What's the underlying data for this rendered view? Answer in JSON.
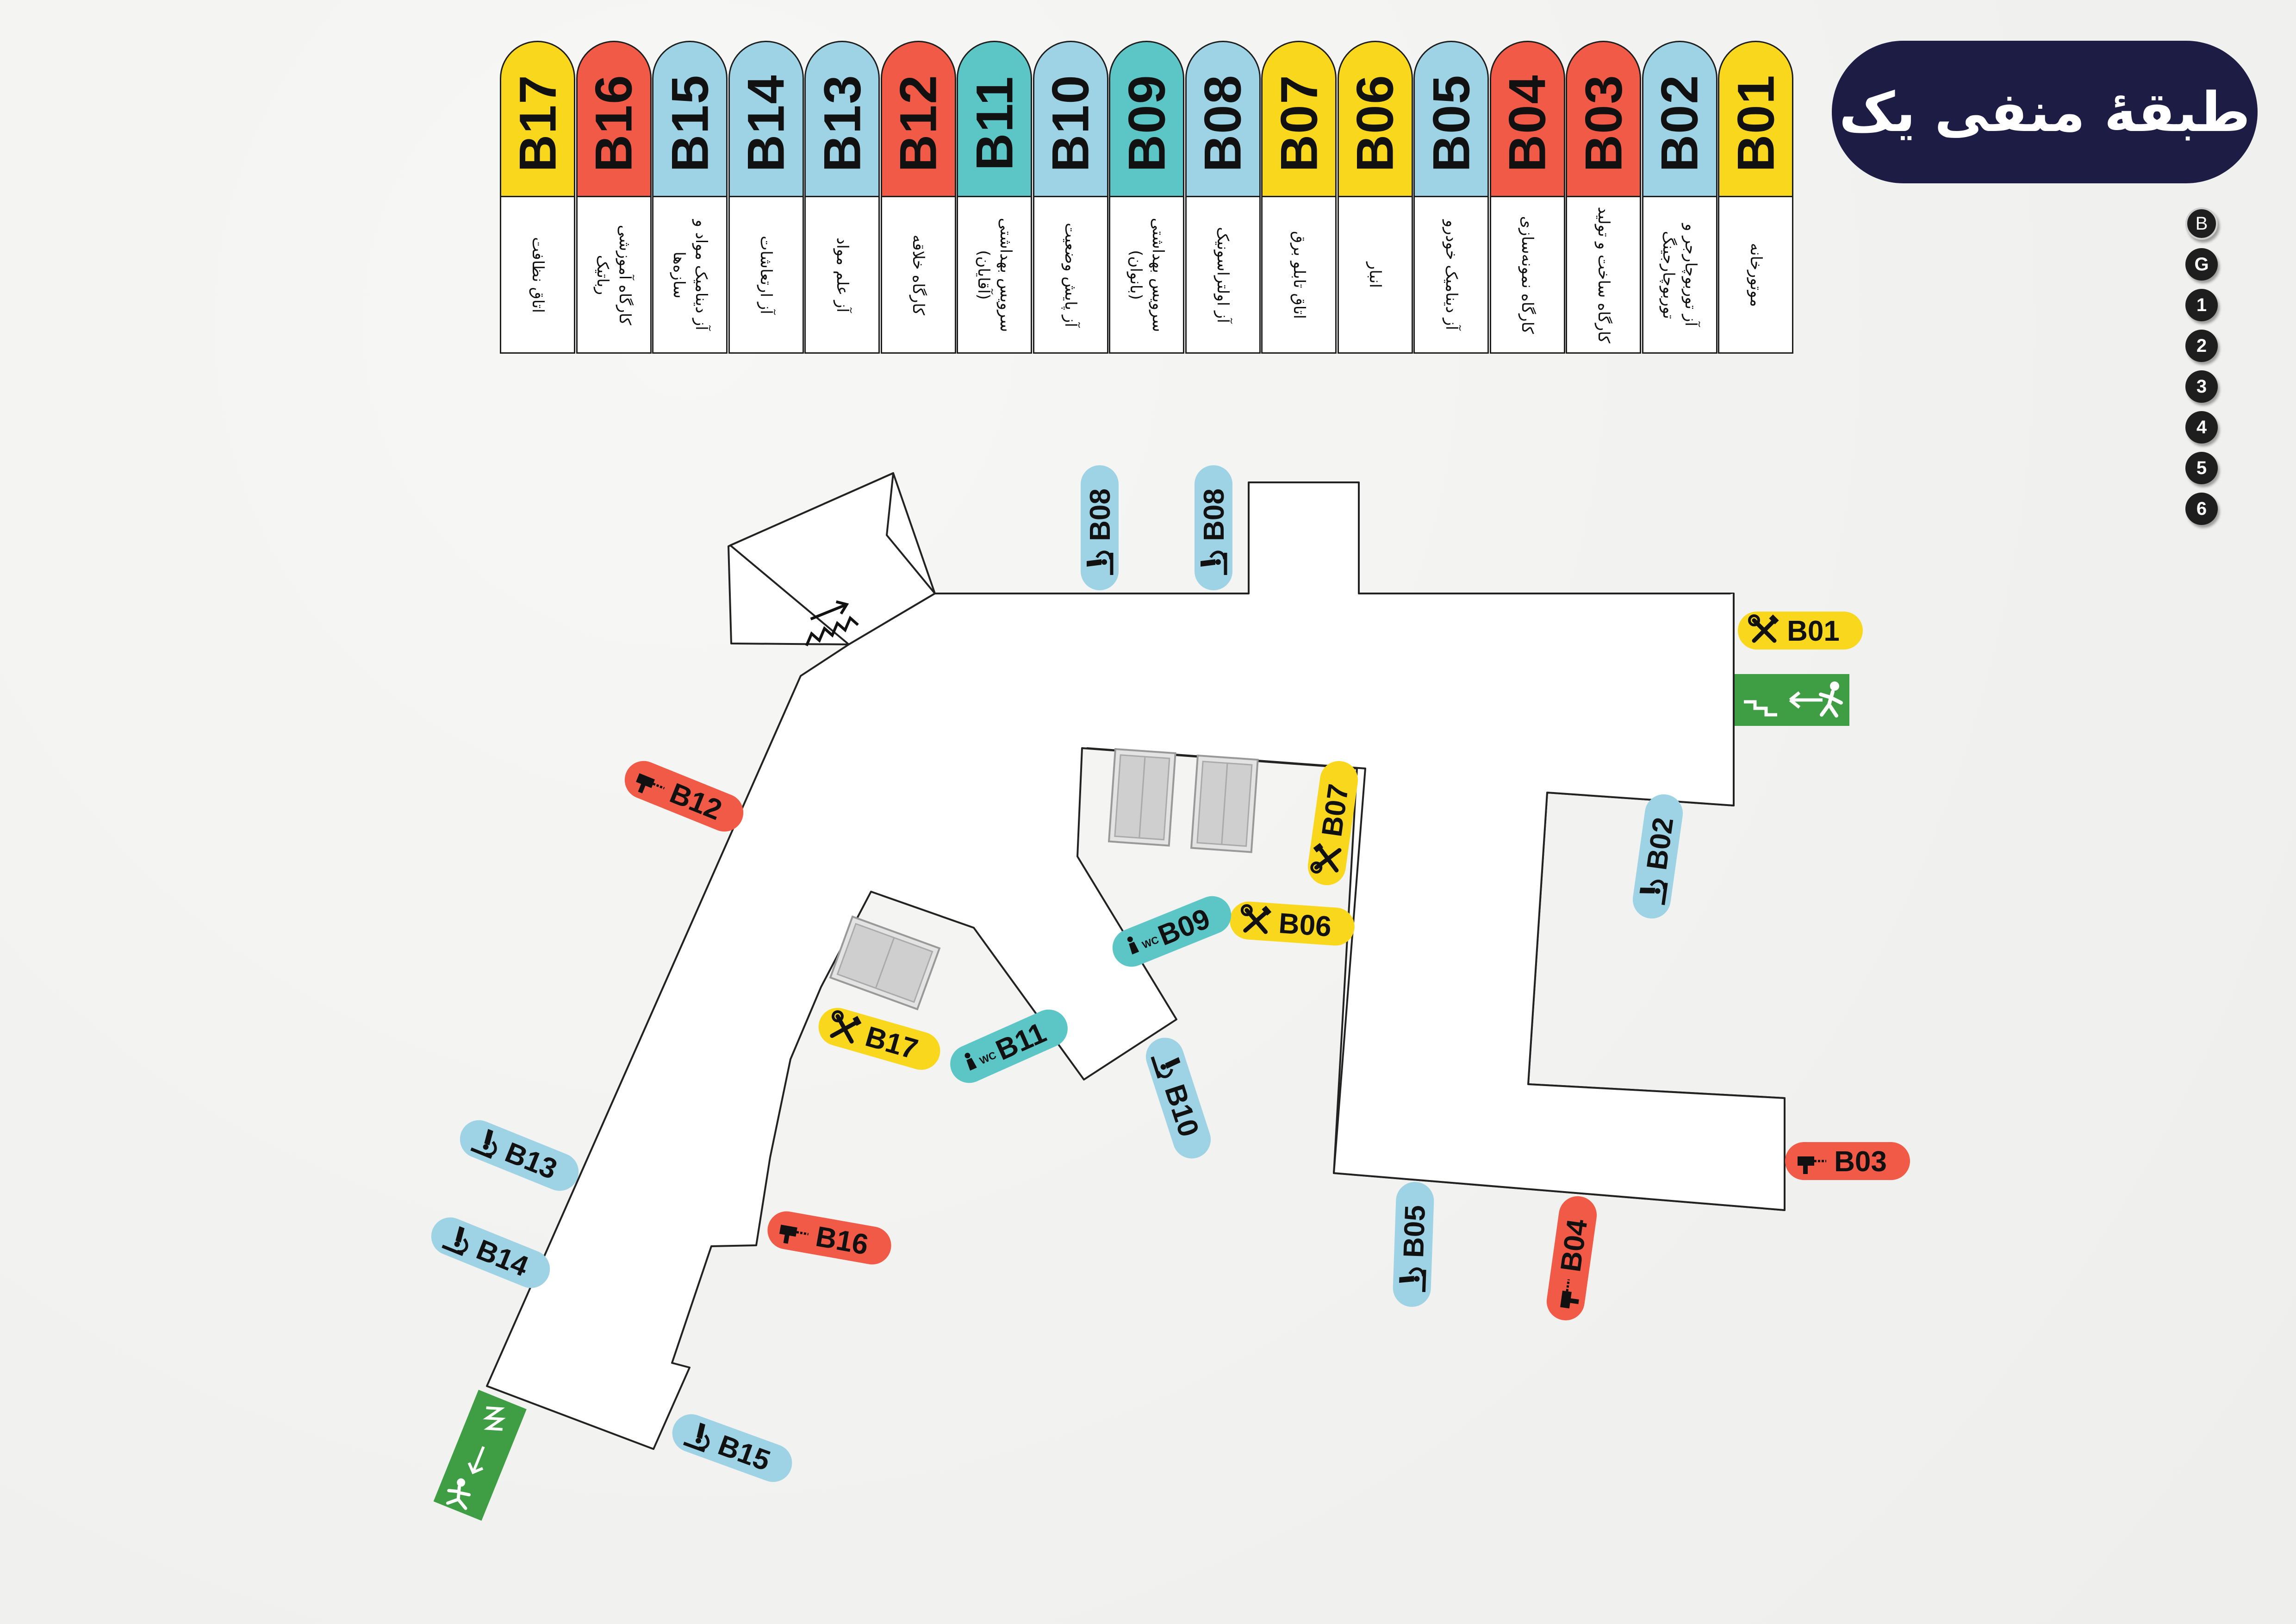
{
  "title": "طبقهٔ منفی یک",
  "floors": [
    "B",
    "G",
    "1",
    "2",
    "3",
    "4",
    "5",
    "6"
  ],
  "active_floor": "B",
  "colors": {
    "yellow": "#f9d71c",
    "red": "#f15a46",
    "blue": "#9dd3e4",
    "teal": "#5cc6c7",
    "green": "#3f9d44",
    "navy": "#1d1c44"
  },
  "rooms": [
    {
      "code": "B01",
      "name": "موتورخانه",
      "color": "yellow",
      "icon": "tools-icon"
    },
    {
      "code": "B02",
      "name": "آز توربوچارجر و توربوچارجینگ",
      "color": "blue",
      "icon": "microscope-icon"
    },
    {
      "code": "B03",
      "name": "کارگاه ساخت و تولید",
      "color": "red",
      "icon": "drill-icon"
    },
    {
      "code": "B04",
      "name": "کارگاه نمونه‌سازی",
      "color": "red",
      "icon": "drill-icon"
    },
    {
      "code": "B05",
      "name": "آز دینامیک خودرو",
      "color": "blue",
      "icon": "microscope-icon"
    },
    {
      "code": "B06",
      "name": "انبار",
      "color": "yellow",
      "icon": "tools-icon"
    },
    {
      "code": "B07",
      "name": "اتاق تابلو برق",
      "color": "yellow",
      "icon": "tools-icon"
    },
    {
      "code": "B08",
      "name": "آز اولتراسونیک",
      "color": "blue",
      "icon": "microscope-icon"
    },
    {
      "code": "B09",
      "name": "سرویس بهداشتی (بانوان)",
      "color": "teal",
      "icon": "wc-icon"
    },
    {
      "code": "B10",
      "name": "آز پایش وضعیت",
      "color": "blue",
      "icon": "microscope-icon"
    },
    {
      "code": "B11",
      "name": "سرویس بهداشتی (آقایان)",
      "color": "teal",
      "icon": "wc-icon"
    },
    {
      "code": "B12",
      "name": "کارگاه خلاقه",
      "color": "red",
      "icon": "drill-icon"
    },
    {
      "code": "B13",
      "name": "آز علم مواد",
      "color": "blue",
      "icon": "microscope-icon"
    },
    {
      "code": "B14",
      "name": "آز ارتعاشات",
      "color": "blue",
      "icon": "microscope-icon"
    },
    {
      "code": "B15",
      "name": "آز دینامیک مواد و سازه‌ها",
      "color": "blue",
      "icon": "microscope-icon"
    },
    {
      "code": "B16",
      "name": "کارگاه آموزشی رباتیک",
      "color": "red",
      "icon": "drill-icon"
    },
    {
      "code": "B17",
      "name": "اتاق نظافت",
      "color": "yellow",
      "icon": "tools-icon"
    }
  ],
  "map_labels": [
    {
      "code": "B01",
      "color": "yellow",
      "icon": "tools-icon"
    },
    {
      "code": "B02",
      "color": "blue",
      "icon": "microscope-icon"
    },
    {
      "code": "B03",
      "color": "red",
      "icon": "drill-icon"
    },
    {
      "code": "B04",
      "color": "red",
      "icon": "drill-icon"
    },
    {
      "code": "B05",
      "color": "blue",
      "icon": "microscope-icon"
    },
    {
      "code": "B06",
      "color": "yellow",
      "icon": "tools-icon"
    },
    {
      "code": "B07",
      "color": "yellow",
      "icon": "tools-icon"
    },
    {
      "code": "B08",
      "color": "blue",
      "icon": "microscope-icon"
    },
    {
      "code": "B08",
      "color": "blue",
      "icon": "microscope-icon"
    },
    {
      "code": "B09",
      "color": "teal",
      "icon": "wc-icon"
    },
    {
      "code": "B10",
      "color": "blue",
      "icon": "microscope-icon"
    },
    {
      "code": "B11",
      "color": "teal",
      "icon": "wc-icon"
    },
    {
      "code": "B12",
      "color": "red",
      "icon": "drill-icon"
    },
    {
      "code": "B13",
      "color": "blue",
      "icon": "microscope-icon"
    },
    {
      "code": "B14",
      "color": "blue",
      "icon": "microscope-icon"
    },
    {
      "code": "B15",
      "color": "blue",
      "icon": "microscope-icon"
    },
    {
      "code": "B16",
      "color": "red",
      "icon": "drill-icon"
    },
    {
      "code": "B17",
      "color": "yellow",
      "icon": "tools-icon"
    }
  ],
  "map_symbols": [
    "emergency-exit-icon",
    "emergency-exit-icon",
    "staircase-icon",
    "elevator-icon",
    "elevator-icon",
    "elevator-icon"
  ]
}
